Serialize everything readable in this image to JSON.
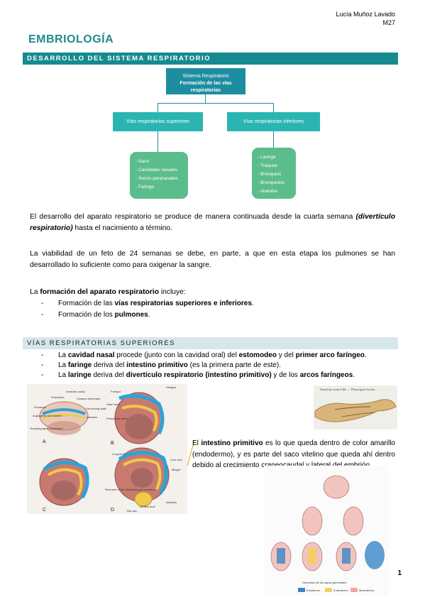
{
  "header": {
    "author": "Lucía Muñoz Lavado",
    "code": "M27"
  },
  "title": "EMBRIOLOGÍA",
  "section1": {
    "title": "DESARROLLO DEL SISTEMA RESPIRATORIO"
  },
  "diagram": {
    "root_line1": "Sistema Respiratorio",
    "root_line2": "Formación de las vías respiratorias",
    "left": "Vías respiratorias superiores",
    "right": "Vías respiratorias inferiores",
    "left_items": [
      "- Nariz",
      "- Cavidades nasales",
      "- Senos paranasales",
      "- Faringe"
    ],
    "right_items": [
      "- Laringe",
      "- Tráquea",
      "- Bronquios",
      "- Bronquiolos",
      "- Alveolos"
    ]
  },
  "paragraphs": {
    "p1_a": "El desarrollo del aparato respiratorio se produce de manera continuada desde la cuarta semana ",
    "p1_b": "(divertículo respiratorio)",
    "p1_c": " hasta el nacimiento a término.",
    "p2": "La viabilidad de un feto de 24 semanas se debe, en parte, a que en esta etapa los pulmones se han desarrollado lo suficiente como para oxigenar la sangre.",
    "p3_a": "La ",
    "p3_b": "formación del aparato respiratorio",
    "p3_c": " incluye:"
  },
  "list1": [
    {
      "a": "Formación de las ",
      "b": "vías respiratorias superiores e inferiores",
      "c": "."
    },
    {
      "a": "Formación de los ",
      "b": "pulmones",
      "c": "."
    }
  ],
  "section2": {
    "title": "VÍAS RESPIRATORIAS SUPERIORES"
  },
  "list2": [
    {
      "a": "La ",
      "b": "cavidad nasal",
      "c": " procede (junto con la cavidad oral) del ",
      "d": "estomodeo",
      "e": " y del ",
      "f": "primer arco faríngeo",
      "g": "."
    },
    {
      "a": "La ",
      "b": "faringe",
      "c": " deriva del ",
      "d": "intestino primitivo",
      "e": " (es la primera parte de este)."
    },
    {
      "a": "La ",
      "b": "laringe",
      "c": " deriva del ",
      "d": "divertículo respiratorio (intestino primitivo)",
      "e": " y de los ",
      "f": "arcos faríngeos",
      "g": "."
    }
  ],
  "side_text": {
    "a": "El ",
    "b": "intestino primitivo",
    "c": " es lo que queda dentro de color amarillo (endodermo), y es parte del saco vitelino que queda ahí dentro debido al crecimiento craneocaudal y lateral del embrión."
  },
  "figures": {
    "fig_a_letters": [
      "A",
      "B",
      "C",
      "D"
    ],
    "fig_a_labels": [
      "Amniotic cavity",
      "Endoderm",
      "Cloacal membrane",
      "Ectoderm",
      "Angiogenic cell clusters",
      "Connecting stalk",
      "Allantois",
      "Oropharyngeal membrane",
      "Hindgut",
      "Foregut",
      "Heart tube",
      "Pericardial cavity",
      "Lung bud",
      "Liver bud",
      "Midgut",
      "Remnant of the oropharyngeal membrane",
      "Vitelline duct",
      "Yolk sac",
      "Allantois"
    ],
    "fig_b_title": "Transition from Gills → Pharyngeal Arches",
    "fig_c_caption": "Derivados de las capas germinales",
    "fig_c_legend": [
      "Ectodermo",
      "Endodermo",
      "Mesodermo"
    ]
  },
  "page_number": "1",
  "colors": {
    "teal_dark": "#158b90",
    "teal_box": "#1d8da0",
    "teal_light": "#2ab5b3",
    "green_leaf": "#5bbd8b",
    "section_light": "#d6e7ec",
    "title": "#1f8a8f"
  }
}
